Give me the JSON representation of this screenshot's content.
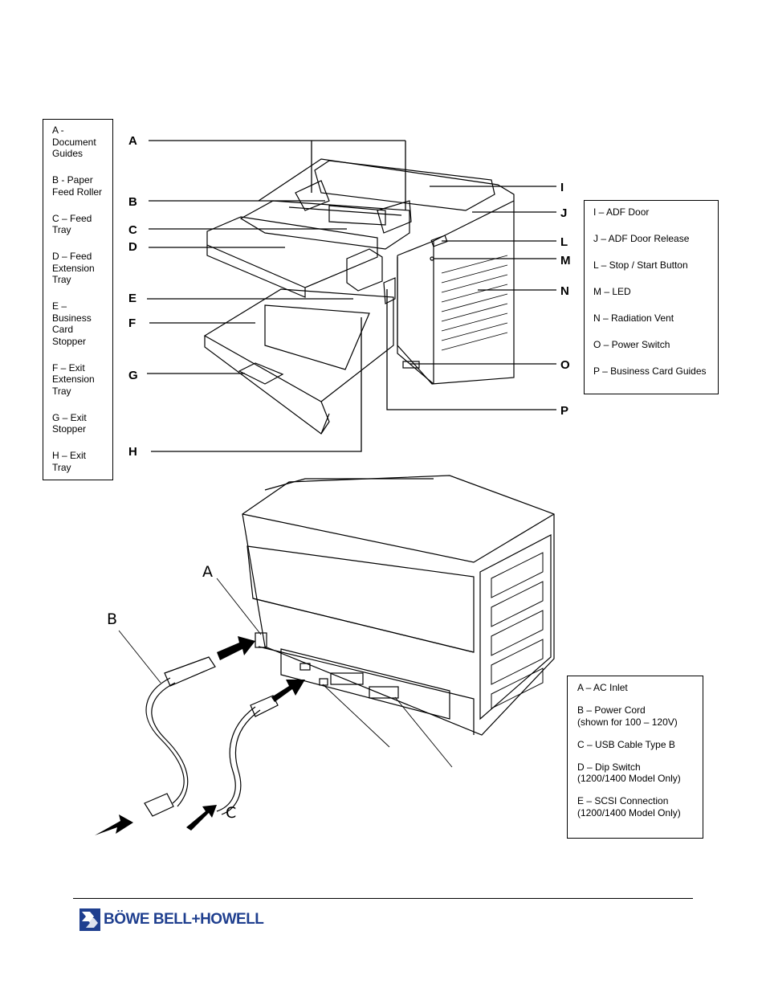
{
  "top_figure": {
    "callouts_left": [
      "A",
      "B",
      "C",
      "D",
      "E",
      "F",
      "G",
      "H"
    ],
    "callouts_right": [
      "I",
      "J",
      "L",
      "M",
      "N",
      "O",
      "P"
    ],
    "legend_left": [
      "A -\nDocument\nGuides",
      "B - Paper\nFeed Roller",
      "C – Feed\nTray",
      "D – Feed\nExtension\nTray",
      "E –\nBusiness\nCard\nStopper",
      "F – Exit\nExtension\nTray",
      "G – Exit\nStopper",
      "H – Exit\nTray"
    ],
    "legend_right": [
      "I – ADF Door",
      "J – ADF Door Release",
      "L – Stop / Start Button",
      "M – LED",
      "N – Radiation Vent",
      "O – Power Switch",
      "P – Business Card Guides"
    ]
  },
  "bottom_figure": {
    "callouts": [
      "A",
      "B",
      "C"
    ],
    "legend": [
      "A – AC Inlet",
      "B – Power Cord\n(shown for 100 – 120V)",
      "C – USB Cable Type B",
      "D – Dip Switch\n(1200/1400 Model Only)",
      "E – SCSI Connection\n(1200/1400 Model Only)"
    ]
  },
  "footer": {
    "logo_text": "BÖWE BELL+HOWELL",
    "brand_color": "#1f3f8f"
  }
}
